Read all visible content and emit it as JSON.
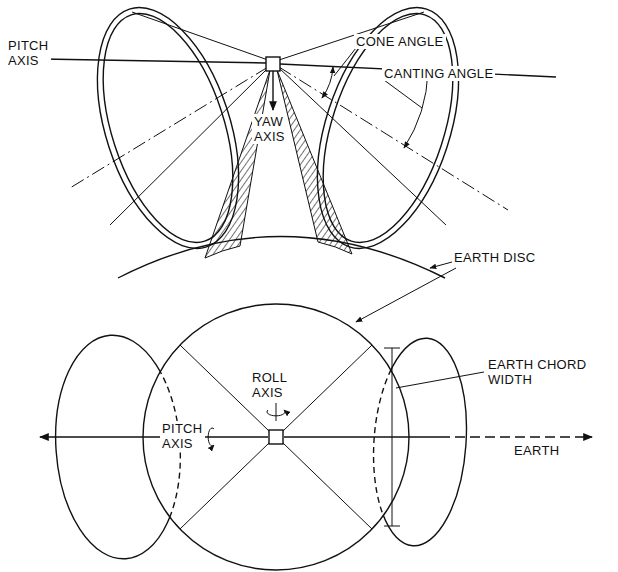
{
  "diagram": {
    "labels": [
      "PITCH AXIS",
      "CONE ANGLE",
      "CANTING ANGLE",
      "YAW AXIS",
      "EARTH DISC",
      "ROLL AXIS",
      "PITCH AXIS",
      "EARTH CHORD WIDTH",
      "EARTH"
    ]
  }
}
